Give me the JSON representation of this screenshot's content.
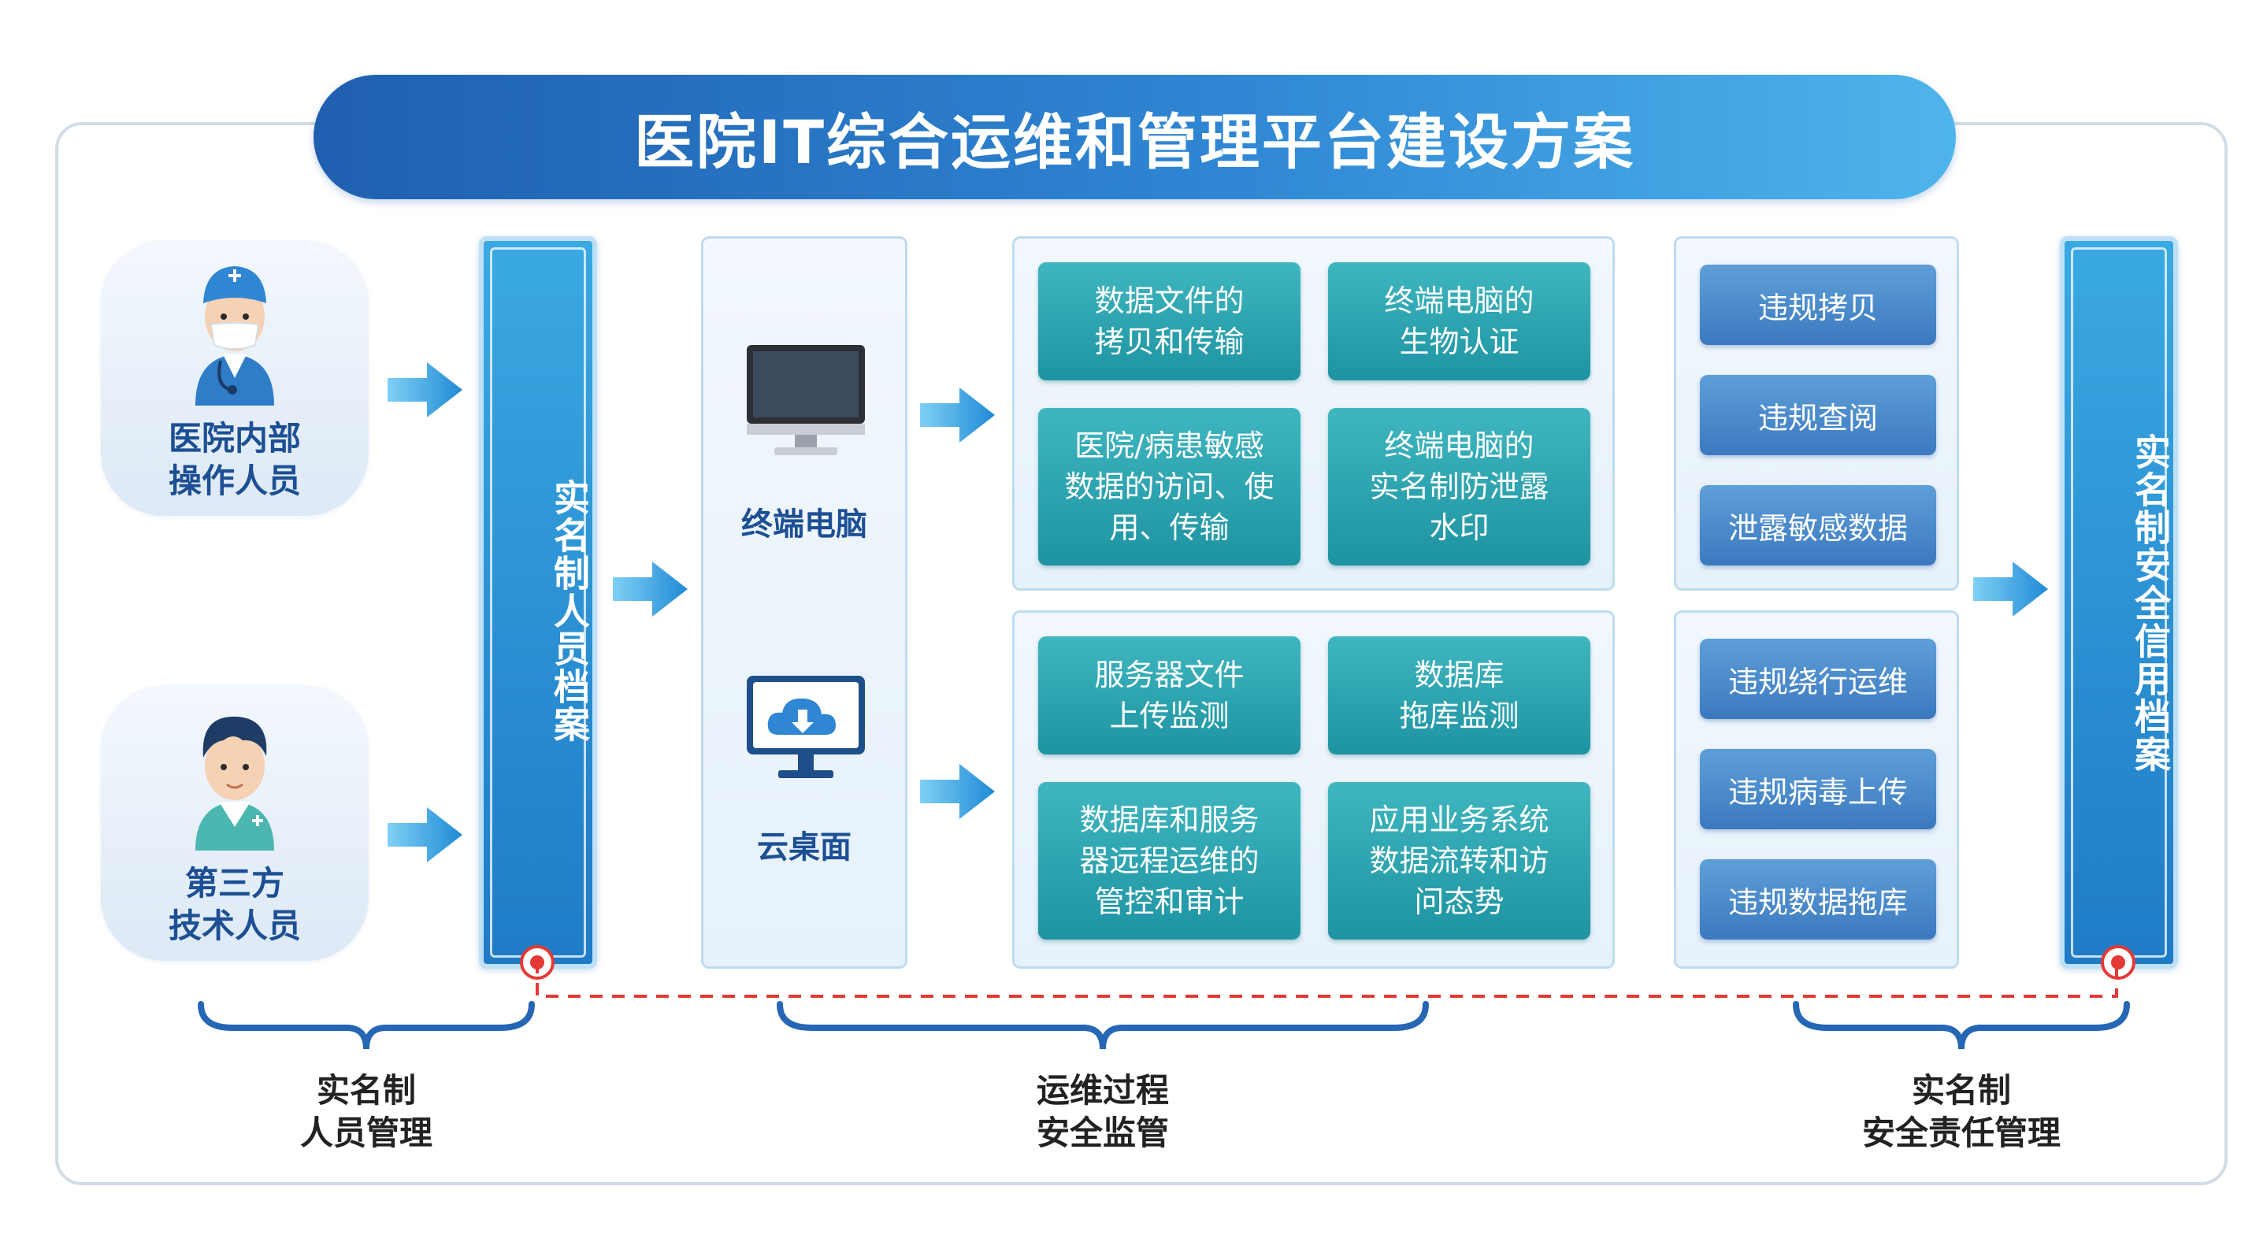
{
  "title": "医院IT综合运维和管理平台建设方案",
  "persons": [
    {
      "line1": "医院内部",
      "line2": "操作人员",
      "icon": "doctor-icon"
    },
    {
      "line1": "第三方",
      "line2": "技术人员",
      "icon": "technician-icon"
    }
  ],
  "left_bar": "实名制人员档案",
  "right_bar": "实名制安全信用档案",
  "devices": [
    {
      "label": "终端电脑",
      "icon": "monitor-icon"
    },
    {
      "label": "云桌面",
      "icon": "cloud-desktop-icon"
    }
  ],
  "terminal_cards": [
    {
      "line1": "数据文件的",
      "line2": "拷贝和传输",
      "line3": ""
    },
    {
      "line1": "终端电脑的",
      "line2": "生物认证",
      "line3": ""
    },
    {
      "line1": "医院/病患敏感",
      "line2": "数据的访问、使",
      "line3": "用、传输"
    },
    {
      "line1": "终端电脑的",
      "line2": "实名制防泄露",
      "line3": "水印"
    }
  ],
  "cloud_cards": [
    {
      "line1": "服务器文件",
      "line2": "上传监测",
      "line3": ""
    },
    {
      "line1": "数据库",
      "line2": "拖库监测",
      "line3": ""
    },
    {
      "line1": "数据库和服务",
      "line2": "器远程运维的",
      "line3": "管控和审计"
    },
    {
      "line1": "应用业务系统",
      "line2": "数据流转和访",
      "line3": "问态势"
    }
  ],
  "violations_top": [
    "违规拷贝",
    "违规查阅",
    "泄露敏感数据"
  ],
  "violations_bottom": [
    "违规绕行运维",
    "违规病毒上传",
    "违规数据拖库"
  ],
  "bottom_labels": [
    {
      "line1": "实名制",
      "line2": "人员管理"
    },
    {
      "line1": "运维过程",
      "line2": "安全监管"
    },
    {
      "line1": "实名制",
      "line2": "安全责任管理"
    }
  ],
  "colors": {
    "banner": "#2f86d3",
    "teal": "#2aa3b0",
    "pill": "#4a89cb",
    "accent_red": "#e53935",
    "dark_blue": "#1c4f93"
  }
}
